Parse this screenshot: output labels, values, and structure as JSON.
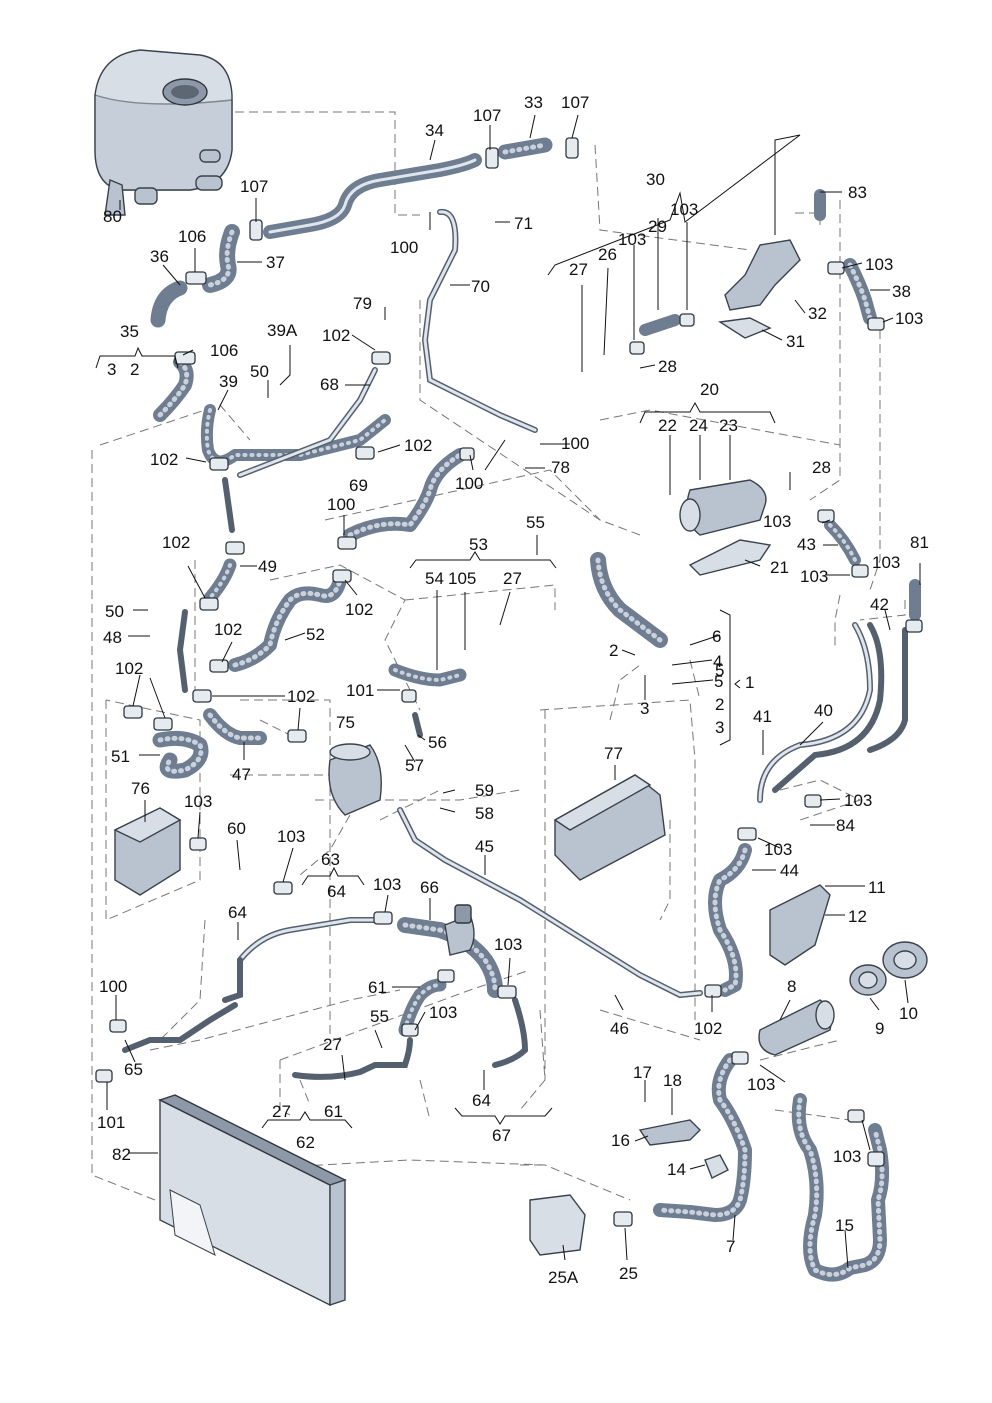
{
  "labels": {
    "l80": "80",
    "l34": "34",
    "l107a": "107",
    "l33": "33",
    "l107b": "107",
    "l107c": "107",
    "l106a": "106",
    "l36": "36",
    "l37": "37",
    "l100a": "100",
    "l71": "71",
    "l70": "70",
    "l30": "30",
    "l29": "29",
    "l103a": "103",
    "l103b": "103",
    "l27a": "27",
    "l26": "26",
    "l83": "83",
    "l103c": "103",
    "l38": "38",
    "l103d": "103",
    "l32": "32",
    "l31": "31",
    "l28a": "28",
    "l35": "35",
    "l3a": "3",
    "l2a": "2",
    "l106b": "106",
    "l39A": "39A",
    "l79": "79",
    "l102a": "102",
    "l50a": "50",
    "l39": "39",
    "l68": "68",
    "l102b": "102",
    "l102c": "102",
    "l100b": "100",
    "l100c": "100",
    "l78": "78",
    "l20": "20",
    "l22": "22",
    "l24": "24",
    "l23": "23",
    "l28b": "28",
    "l69": "69",
    "l100d": "100",
    "l103e": "103",
    "l43": "43",
    "l103f": "103",
    "l21": "21",
    "l55a": "55",
    "l53": "53",
    "l54": "54",
    "l105": "105",
    "l27b": "27",
    "l102d": "102",
    "l49": "49",
    "l102e": "102",
    "l50b": "50",
    "l48": "48",
    "l102f": "102",
    "l52": "52",
    "l102g": "102",
    "l102h": "102",
    "l101a": "101",
    "l51": "51",
    "l47": "47",
    "l75": "75",
    "l56": "56",
    "l57": "57",
    "l6": "6",
    "l2b": "2",
    "l4": "4",
    "l5a": "5",
    "l3b": "3",
    "l1": "1",
    "l2c": "2",
    "l5b": "5",
    "l3c": "3",
    "l103g": "103",
    "l81": "81",
    "l42": "42",
    "l40": "40",
    "l41": "41",
    "l77": "77",
    "l76": "76",
    "l103h": "103",
    "l60": "60",
    "l59": "59",
    "l58": "58",
    "l45": "45",
    "l103i": "103",
    "l84": "84",
    "l103j": "103",
    "l44": "44",
    "l103k": "103",
    "l63": "63",
    "l64a": "64",
    "l103l": "103",
    "l66": "66",
    "l11": "11",
    "l12": "12",
    "l64b": "64",
    "l103m": "103",
    "l100e": "100",
    "l61a": "61",
    "l103n": "103",
    "l46": "46",
    "l102i": "102",
    "l8": "8",
    "l9": "9",
    "l10": "10",
    "l55b": "55",
    "l65": "65",
    "l27c": "27",
    "l64c": "64",
    "l101b": "101",
    "l17": "17",
    "l18": "18",
    "l103o": "103",
    "l27d": "27",
    "l61b": "61",
    "l67": "67",
    "l16": "16",
    "l103p": "103",
    "l62": "62",
    "l82": "82",
    "l14": "14",
    "l15": "15",
    "l7": "7",
    "l25A": "25A",
    "l25": "25"
  }
}
